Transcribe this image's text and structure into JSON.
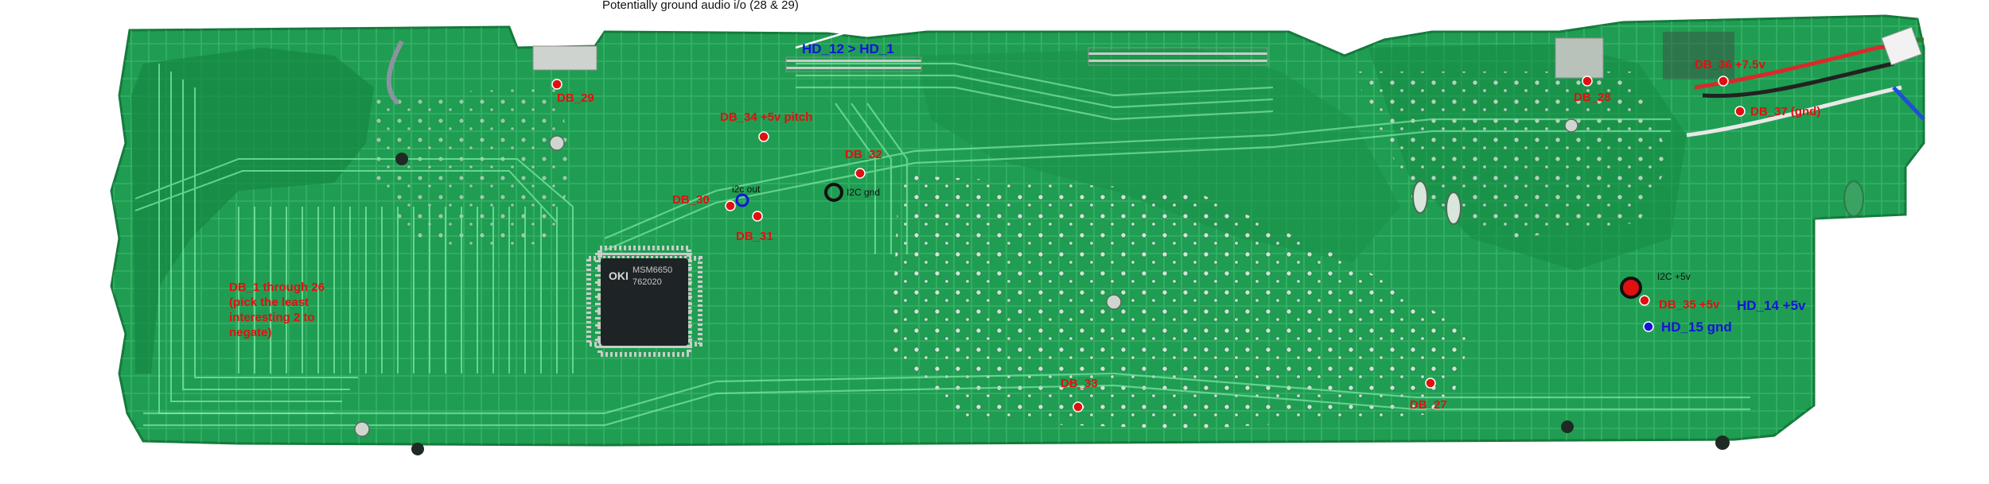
{
  "header": {
    "note": "Potentially ground audio i/o (28 & 29)"
  },
  "labels": {
    "db29": "DB_29",
    "db28": "DB_28",
    "db36": "DB_36 +7.5v",
    "db37": "DB_37 (gnd)",
    "db34": "DB_34 +5v pitch",
    "db32": "DB_32",
    "db30": "DB_30",
    "db31": "DB_31",
    "db35": "DB_35 +5v",
    "db33": "DB_33",
    "db27": "DB_27",
    "hd12": "HD_12 > HD_1",
    "hd14": "HD_14 +5v",
    "hd15": "HD_15 gnd",
    "i2c_out": "i2c out",
    "i2c_gnd": "I2C gnd",
    "i2c_5v": "I2C +5v",
    "db1_line1": "DB_1 through 26",
    "db1_line2": "(pick the least",
    "db1_line3": "interesting 2 to",
    "db1_line4": "negate)"
  },
  "chip": {
    "brand": "OKI",
    "line1": "MSM6650",
    "line2": "762020"
  },
  "colors": {
    "board": "#1fa054",
    "board_light": "#3cc46e",
    "trace": "#6fe49a",
    "label_red": "#e01010",
    "label_blue": "#1414d8"
  }
}
